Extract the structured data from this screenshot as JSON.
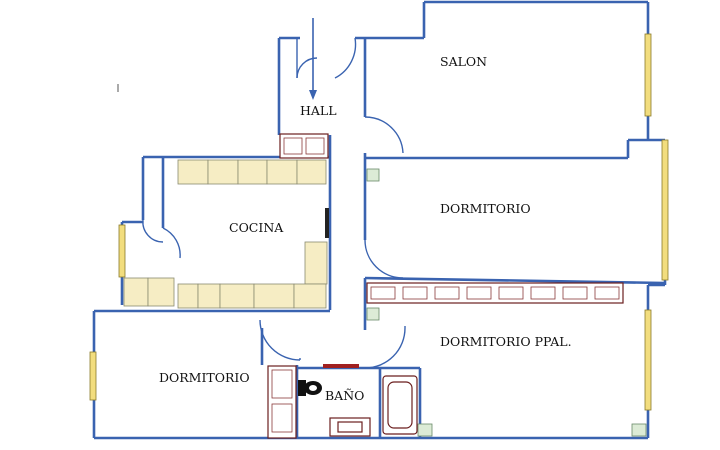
{
  "rooms": {
    "salon": "SALON",
    "hall": "HALL",
    "dormitorio_1": "DORMITORIO",
    "cocina": "COCINA",
    "dormitorio_ppal": "DORMITORIO PPAL.",
    "dormitorio_2": "DORMITORIO",
    "bano": "BAÑO"
  },
  "colors": {
    "wall": "#3a63b0",
    "window": "#f2dd7e",
    "counter": "#f6edc4",
    "wardrobe": "#6b1f1f",
    "column": "#dcebd6"
  }
}
